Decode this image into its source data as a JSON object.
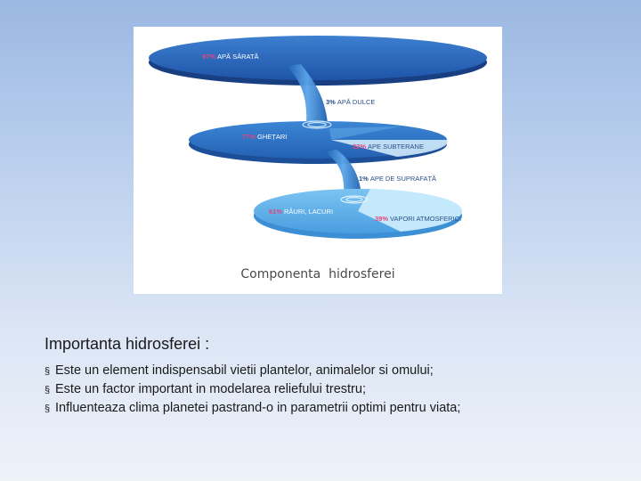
{
  "diagram": {
    "caption": "Componenta  hidrosferei",
    "levels": [
      {
        "pct": "97%",
        "label": "APĂ SĂRATĂ"
      },
      {
        "pct": "3%",
        "label": "APĂ DULCE"
      },
      {
        "pct": "77%",
        "label": "GHEȚARI"
      },
      {
        "pct": "22%",
        "label": "APE SUBTERANE"
      },
      {
        "pct": "1%",
        "label": "APE DE SUPRAFAȚĂ"
      },
      {
        "pct": "61%",
        "label": "RÂURI, LACURI"
      },
      {
        "pct": "39%",
        "label": "VAPORI ATMOSFERICI"
      }
    ],
    "colors": {
      "disc_top": "#2a63b8",
      "disc_mid": "#2d72c6",
      "disc_bottom": "#5fb0ea",
      "sector_light": "#aee1fb",
      "pct_accent": "#e0457a",
      "label_white": "#ffffff",
      "label_dark": "#2b4f86"
    }
  },
  "content": {
    "heading": "Importanta hidrosferei :",
    "bullet_glyph": "§",
    "bullets": [
      "Este un element indispensabil vietii plantelor, animalelor si omului;",
      "Este un factor important in modelarea reliefului trestru;",
      "Influenteaza clima planetei pastrand-o in parametrii optimi pentru viata;"
    ]
  }
}
